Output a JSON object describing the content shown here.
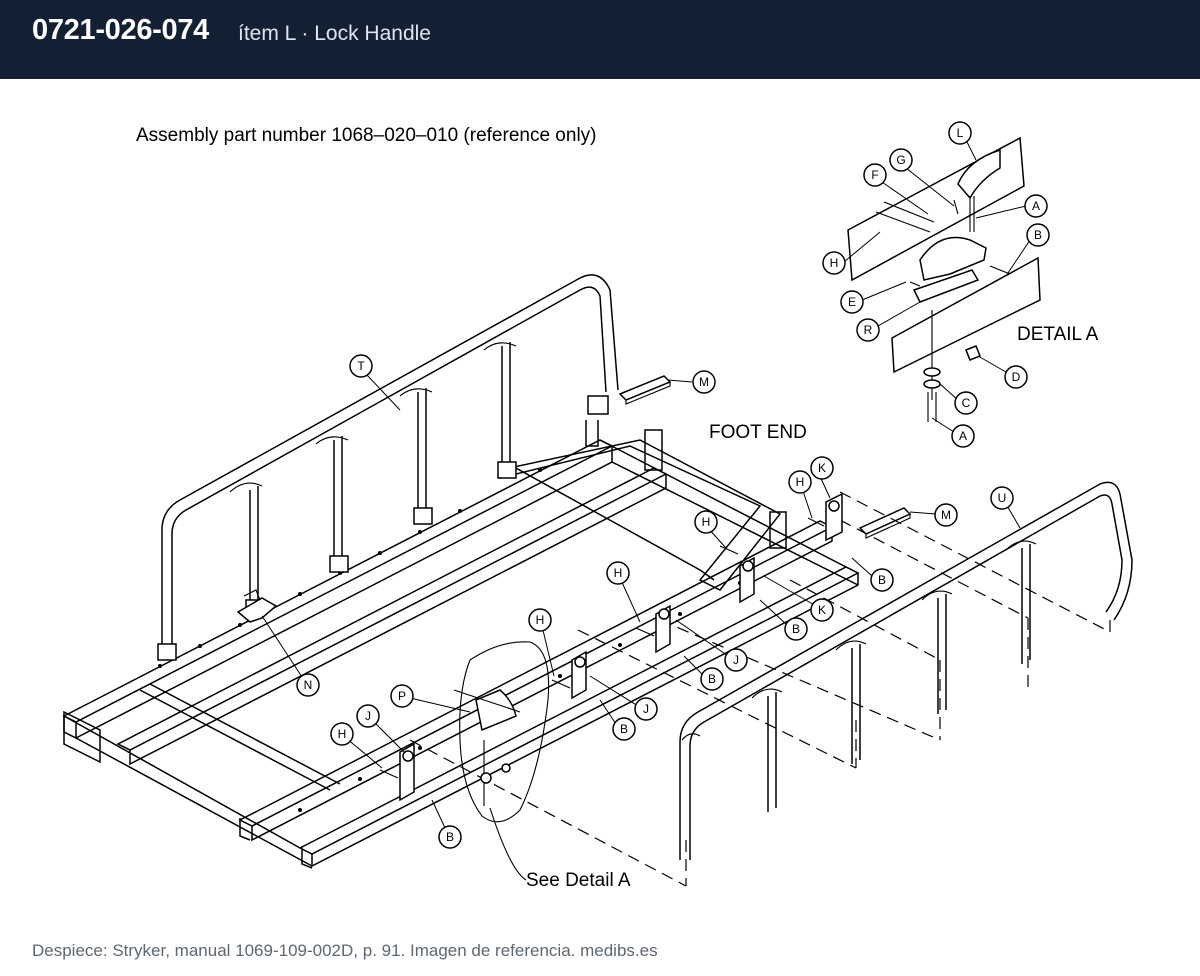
{
  "header": {
    "part_number": "0721-026-074",
    "item_label": "ítem L · Lock Handle"
  },
  "diagram": {
    "assembly_note": "Assembly part number 1068–020–010 (reference only)",
    "foot_end_label": "FOOT END",
    "detail_a_label": "DETAIL A",
    "see_detail_label": "See Detail A",
    "callouts": {
      "L": "L",
      "G": "G",
      "F": "F",
      "A": "A",
      "B": "B",
      "H": "H",
      "E": "E",
      "R": "R",
      "D": "D",
      "C": "C",
      "T": "T",
      "M": "M",
      "K": "K",
      "U": "U",
      "J": "J",
      "P": "P",
      "N": "N"
    }
  },
  "footer": {
    "credit": "Despiece: Stryker, manual 1069-109-002D, p. 91. Imagen de referencia. medibs.es"
  }
}
